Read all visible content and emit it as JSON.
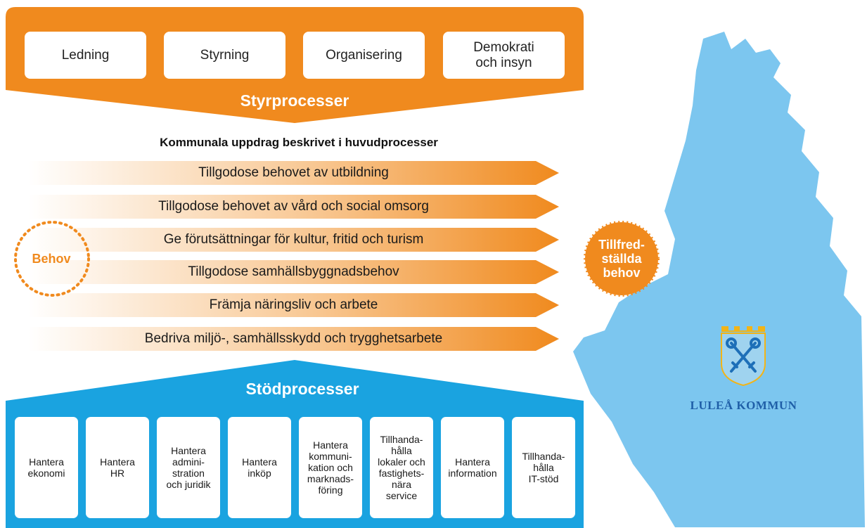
{
  "colors": {
    "orange": "#f08a1e",
    "blue": "#1aa3e0",
    "map_blue": "#7cc6ef",
    "logo_text": "#1f5fa8"
  },
  "styrprocesser": {
    "boxes": [
      "Ledning",
      "Styrning",
      "Organisering",
      "Demokrati\noch insyn"
    ],
    "title": "Styrprocesser"
  },
  "huvudprocesser": {
    "heading": "Kommunala uppdrag beskrivet i huvudprocesser",
    "arrows": [
      "Tillgodose behovet av utbildning",
      "Tillgodose behovet av vård och social omsorg",
      "Ge förutsättningar för kultur, fritid och turism",
      "Tillgodose samhällsbyggnadsbehov",
      "Främja näringsliv och arbete",
      "Bedriva miljö-, samhällsskydd och trygghetsarbete"
    ]
  },
  "behov": "Behov",
  "tillfredsstallda": "Tillfred-\nställda\nbehov",
  "stodprocesser": {
    "title": "Stödprocesser",
    "boxes": [
      "Hantera\nekonomi",
      "Hantera\nHR",
      "Hantera\nadmini-\nstration\noch juridik",
      "Hantera\ninköp",
      "Hantera\nkommuni-\nkation och\nmarknads-\nföring",
      "Tillhanda-\nhålla\nlokaler och\nfastighets-\nnära\nservice",
      "Hantera\ninformation",
      "Tillhanda-\nhålla\nIT-stöd"
    ]
  },
  "logo": {
    "icon": "lulea-coat-of-arms-icon",
    "text": "LULEÅ KOMMUN"
  }
}
